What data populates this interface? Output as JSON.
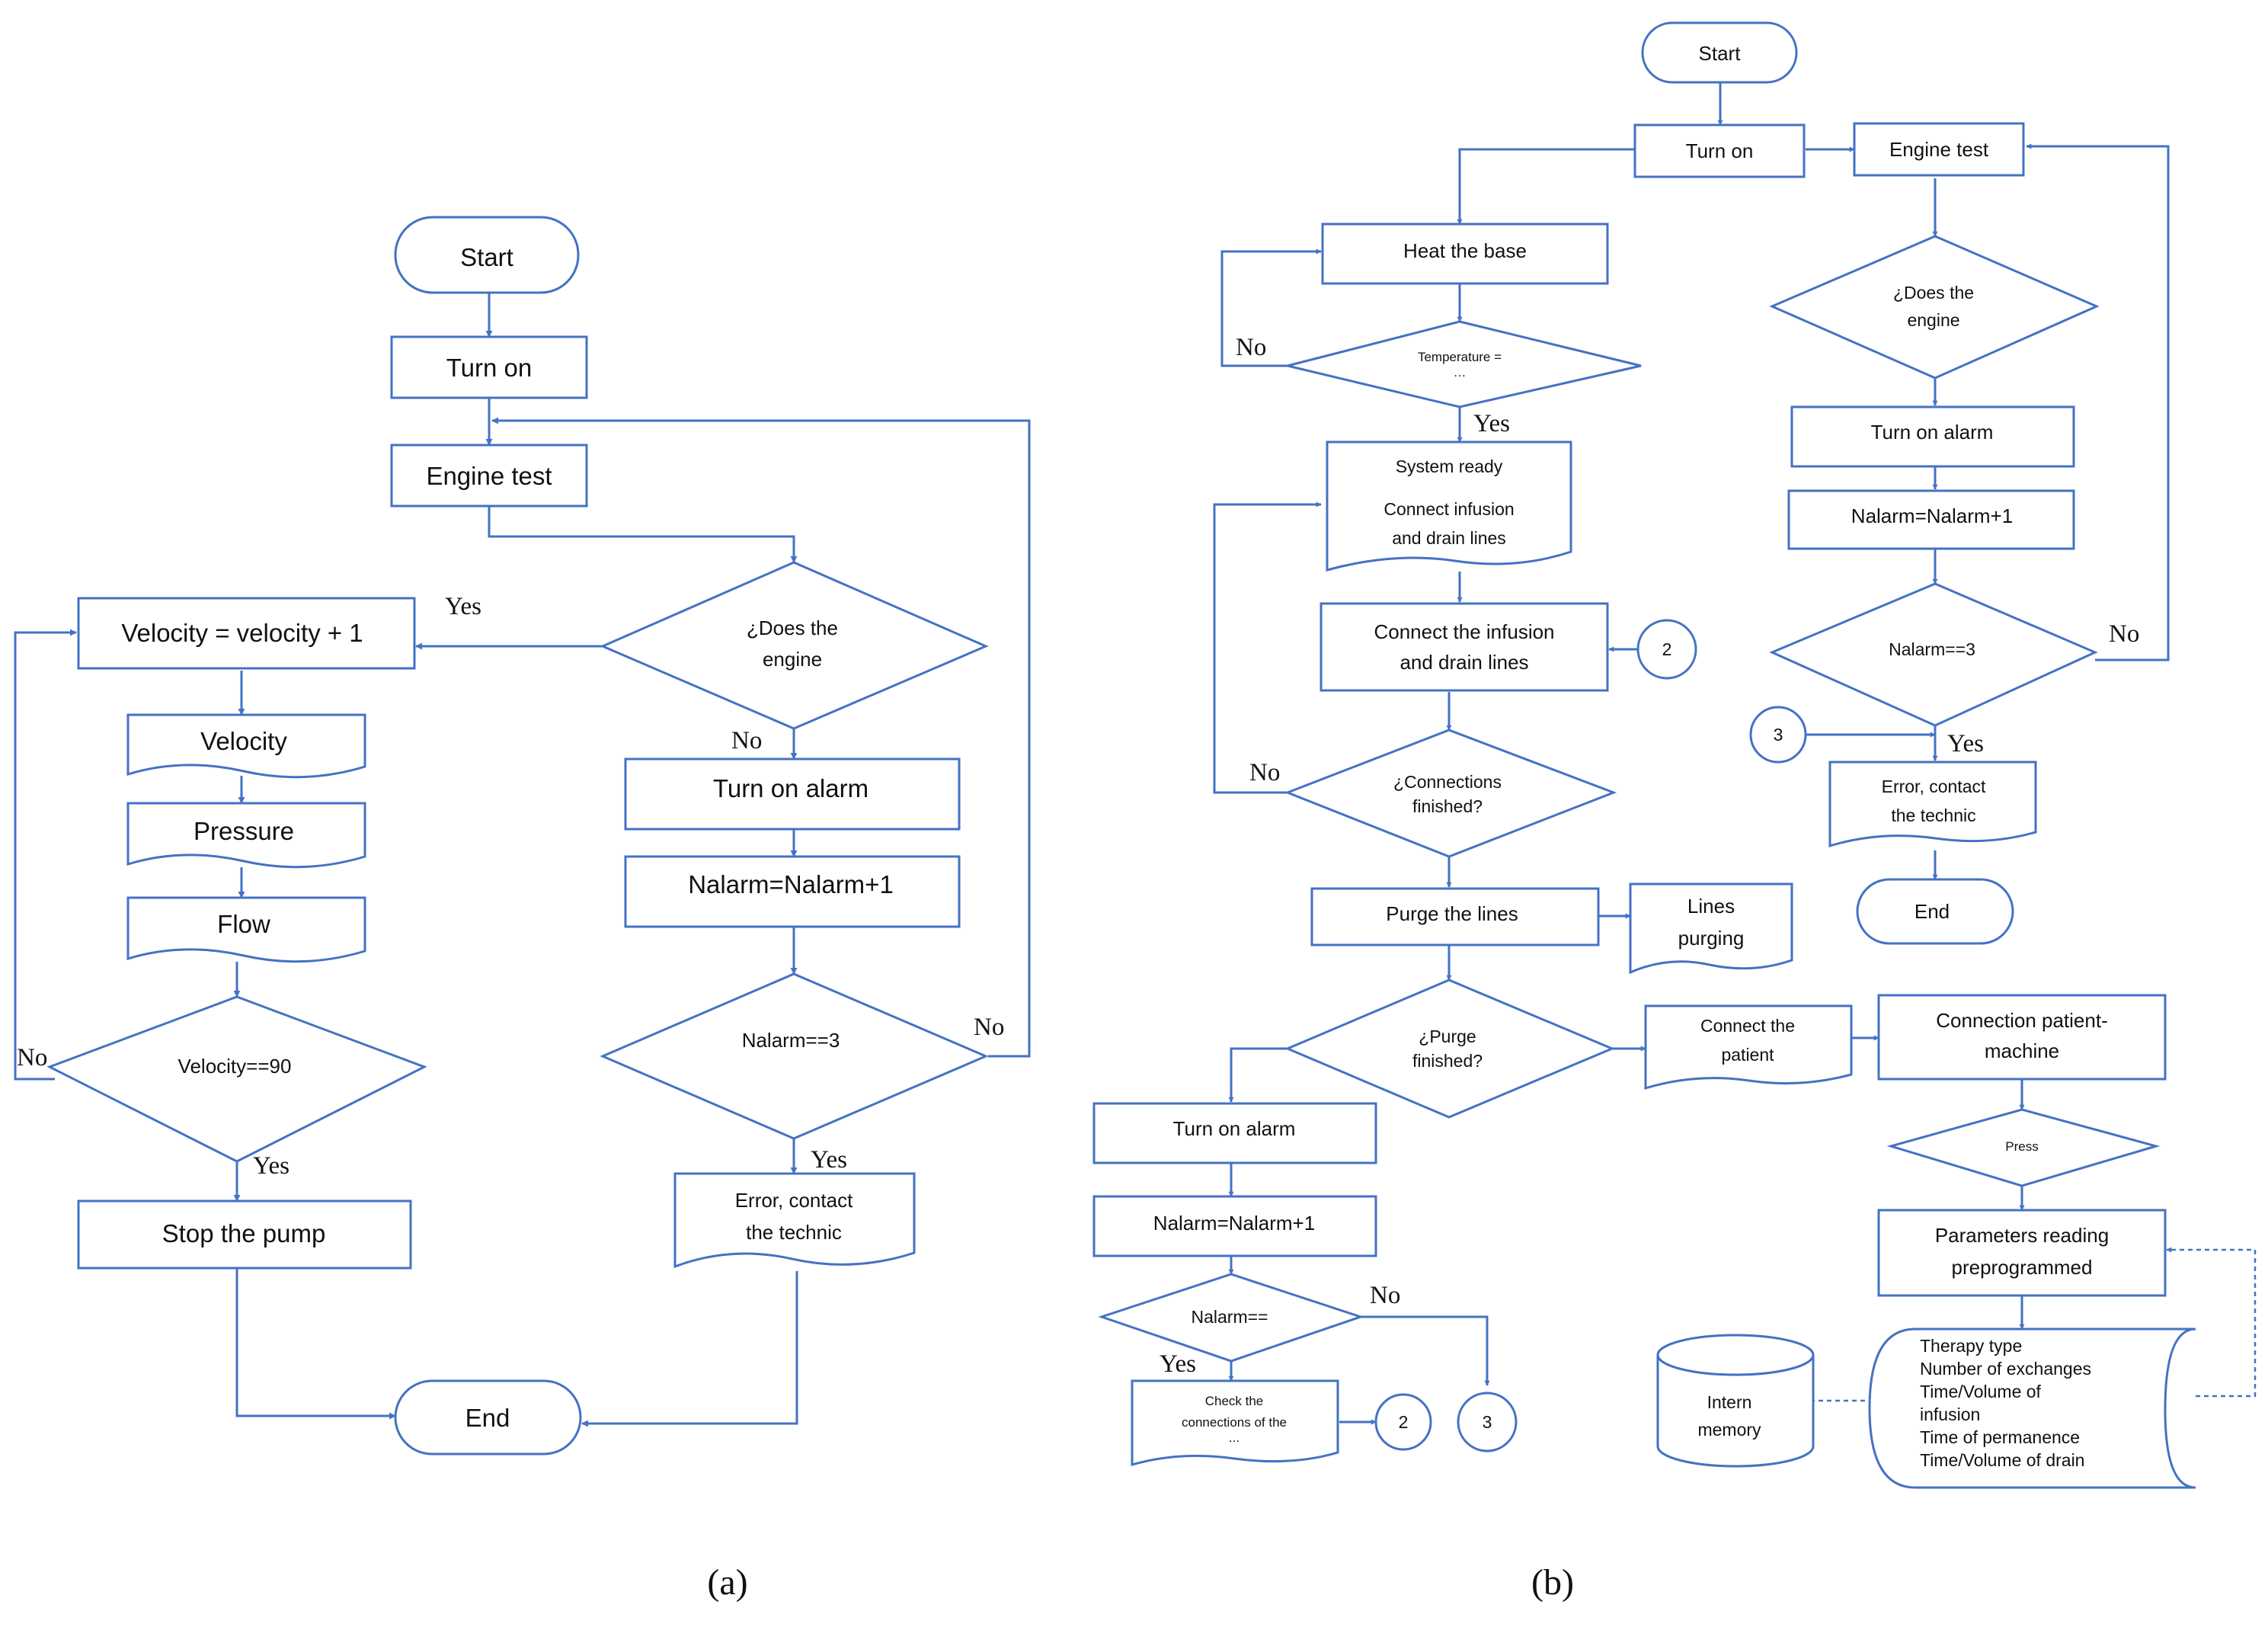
{
  "accent_color": "#4472c4",
  "captions": {
    "a": "(a)",
    "b": "(b)"
  },
  "a": {
    "start": "Start",
    "turn_on": "Turn on",
    "engine_test": "Engine test",
    "does_engine_1": "¿Does the",
    "does_engine_2": "engine",
    "yes_left": "Yes",
    "no_down": "No",
    "velocity_inc": "Velocity = velocity + 1",
    "velocity": "Velocity",
    "pressure": "Pressure",
    "flow": "Flow",
    "velocity_check": "Velocity==90",
    "no_left": "No",
    "yes_stop": "Yes",
    "stop_pump": "Stop the pump",
    "turn_on_alarm": "Turn on alarm",
    "nalarm_inc": "Nalarm=Nalarm+1",
    "nalarm_check": "Nalarm==3",
    "no_loop": "No",
    "yes_error": "Yes",
    "error_1": "Error, contact",
    "error_2": "the technic",
    "end": "End"
  },
  "b": {
    "start": "Start",
    "turn_on": "Turn on",
    "engine_test": "Engine test",
    "heat_base": "Heat the base",
    "temperature": "Temperature =",
    "temperature_2": "…",
    "no_temp": "No",
    "yes_temp": "Yes",
    "system_ready": "System ready",
    "connect_infusion_1": "Connect infusion",
    "connect_infusion_2": "and drain lines",
    "connect_the_1": "Connect the infusion",
    "connect_the_2": "and drain lines",
    "conn_2": "2",
    "connections_1": "¿Connections",
    "connections_2": "finished?",
    "no_conn": "No",
    "purge": "Purge the lines",
    "lines_purging_1": "Lines",
    "lines_purging_2": "purging",
    "purge_finished_1": "¿Purge",
    "purge_finished_2": "finished?",
    "connect_patient_1": "Connect the",
    "connect_patient_2": "patient",
    "conn_patient_machine_1": "Connection patient-",
    "conn_patient_machine_2": "machine",
    "press": "Press",
    "params_1": "Parameters reading",
    "params_2": "preprogrammed",
    "turn_on_alarm_l": "Turn on alarm",
    "nalarm_inc_l": "Nalarm=Nalarm+1",
    "nalarm_check_l": "Nalarm==",
    "no_nal": "No",
    "yes_nal": "Yes",
    "check_conn_1": "Check the",
    "check_conn_2": "connections of the",
    "check_conn_3": "...",
    "conn2_bottom": "2",
    "conn3_bottom": "3",
    "does_engine_1": "¿Does the",
    "does_engine_2": "engine",
    "turn_on_alarm_r": "Turn on alarm",
    "nalarm_inc_r": "Nalarm=Nalarm+1",
    "nalarm_check_r": "Nalarm==3",
    "no_r": "No",
    "conn3_right": "3",
    "yes_r": "Yes",
    "error_1": "Error, contact",
    "error_2": "the technic",
    "end": "End",
    "intern_memory_1": "Intern",
    "intern_memory_2": "memory",
    "store_lines": [
      "Therapy type",
      "Number of exchanges",
      "Time/Volume of",
      "infusion",
      "Time of permanence",
      "Time/Volume of drain"
    ]
  }
}
